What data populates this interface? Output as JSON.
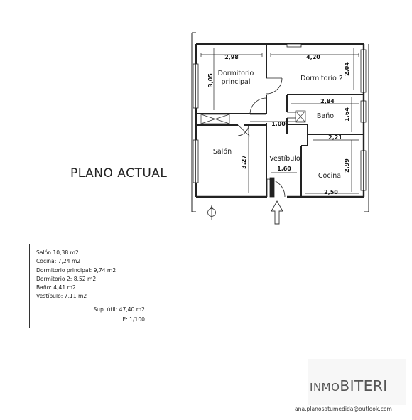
{
  "title": "PLANO ACTUAL",
  "rooms": {
    "dormitorio_principal": [
      "Dormitorio",
      "principal"
    ],
    "dormitorio_2": "Dormitorio 2",
    "bano": "Baño",
    "salon": "Salón",
    "vestibulo": "Vestíbulo",
    "cocina": "Cocina"
  },
  "dimensions": {
    "dp_width": "2,98",
    "dp_height": "3,05",
    "d2_width": "4,20",
    "d2_height": "2,04",
    "bano_width": "2,84",
    "bano_height": "1,64",
    "corridor": "1,00",
    "salon_height": "3,27",
    "vestibulo_width": "1,60",
    "cocina_top": "2,21",
    "cocina_height": "2,99",
    "cocina_bottom": "2,50"
  },
  "areas": {
    "lines": [
      "Salón 10,38 m2",
      "Cocina: 7,24 m2",
      "Dormitorio principal: 9,74 m2",
      "Dormitorio 2: 8,52 m2",
      "Baño: 4,41 m2",
      "Vestíbulo: 7,11 m2"
    ],
    "total": "Sup. útil: 47,40  m2",
    "scale": "E: 1/100"
  },
  "logo": {
    "prefix_small": "I",
    "prefix": "NMO",
    "brand": "BITERI"
  },
  "email": "ana.planosatumedida@outlook.com"
}
